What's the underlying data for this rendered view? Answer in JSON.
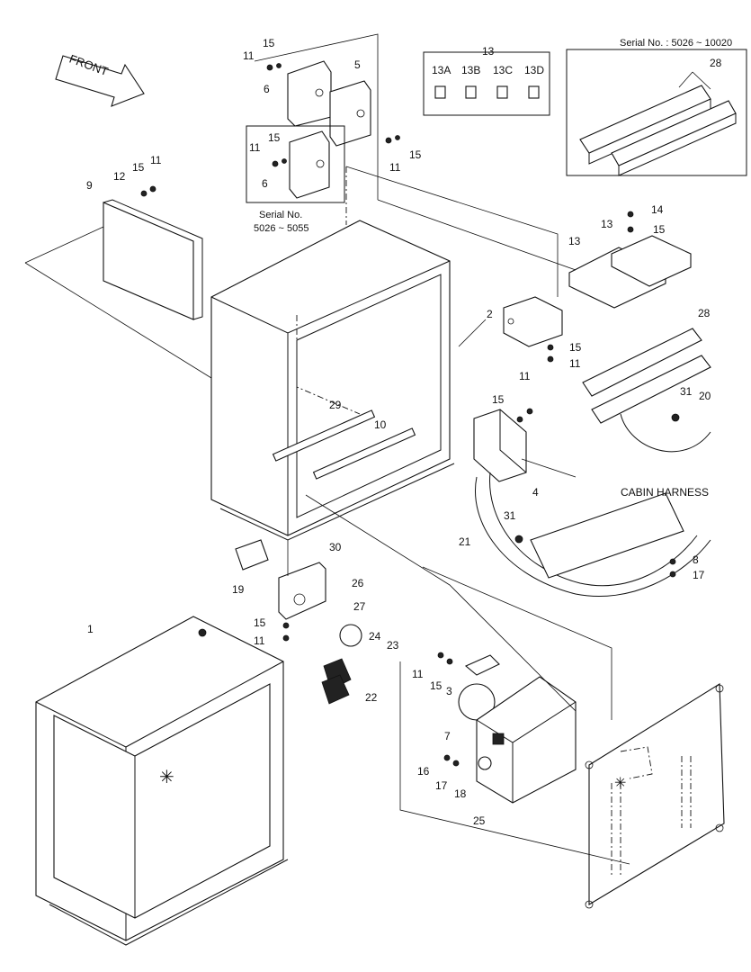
{
  "serial_top_right": "Serial No. : 5026 ~ 10020",
  "serial_inset_line1": "Serial No.",
  "serial_inset_line2": "5026 ~ 5055",
  "front_label": "FRONT",
  "cabin_harness_label": "CABIN HARNESS",
  "fuse_group": {
    "label": "13",
    "items": [
      "13A",
      "13B",
      "13C",
      "13D"
    ]
  },
  "callouts": {
    "c1": "1",
    "c2": "2",
    "c3": "3",
    "c4": "4",
    "c5": "5",
    "c6a": "6",
    "c6b": "6",
    "c7": "7",
    "c8": "8",
    "c9": "9",
    "c10": "10",
    "c11a": "11",
    "c11b": "11",
    "c11c": "11",
    "c11d": "11",
    "c11e": "11",
    "c11f": "11",
    "c11g": "11",
    "c11h": "11",
    "c12": "12",
    "c13a": "13",
    "c13b": "13",
    "c14": "14",
    "c15a": "15",
    "c15b": "15",
    "c15c": "15",
    "c15d": "15",
    "c15e": "15",
    "c15f": "15",
    "c15g": "15",
    "c15h": "15",
    "c15i": "15",
    "c16": "16",
    "c17a": "17",
    "c17b": "17",
    "c18": "18",
    "c19": "19",
    "c20": "20",
    "c21": "21",
    "c22": "22",
    "c23": "23",
    "c24": "24",
    "c25": "25",
    "c26": "26",
    "c27": "27",
    "c28a": "28",
    "c28b": "28",
    "c29": "29",
    "c30": "30",
    "c31a": "31",
    "c31b": "31"
  }
}
